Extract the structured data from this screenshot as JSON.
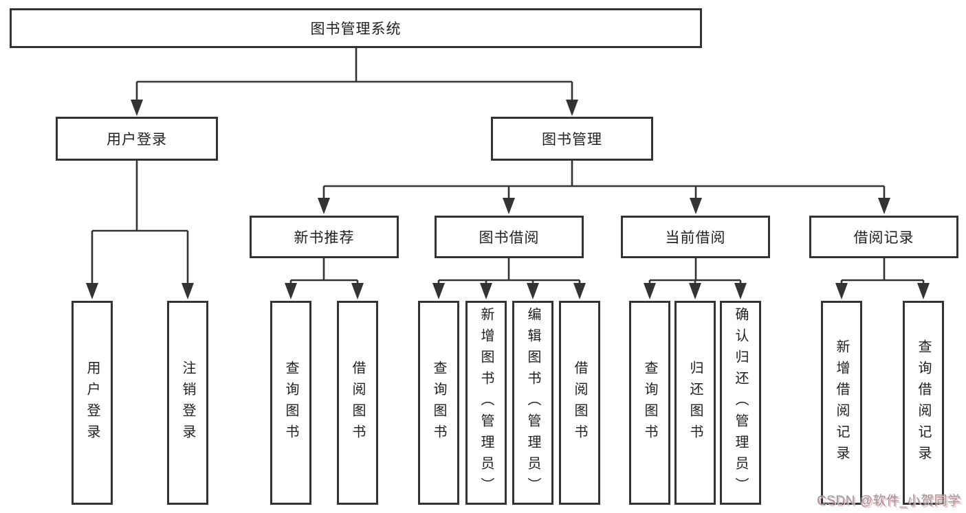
{
  "diagram": {
    "title": "图书管理系统",
    "root": {
      "label": "图书管理系统"
    },
    "level2": [
      {
        "label": "用户登录"
      },
      {
        "label": "图书管理"
      }
    ],
    "level3": [
      {
        "label": "新书推荐"
      },
      {
        "label": "图书借阅"
      },
      {
        "label": "当前借阅"
      },
      {
        "label": "借阅记录"
      }
    ],
    "leaves": [
      {
        "label": "用户登录"
      },
      {
        "label": "注销登录"
      },
      {
        "label": "查询图书"
      },
      {
        "label": "借阅图书"
      },
      {
        "label": "查询图书"
      },
      {
        "label": "新增图书（管理员）"
      },
      {
        "label": "编辑图书（管理员）"
      },
      {
        "label": "借阅图书"
      },
      {
        "label": "查询图书"
      },
      {
        "label": "归还图书"
      },
      {
        "label": "确认归还（管理员）"
      },
      {
        "label": "新增借阅记录"
      },
      {
        "label": "查询借阅记录"
      }
    ],
    "watermark": "CSDN @软件_小贺同学",
    "colors": {
      "line": "#333333",
      "text": "#1f1f1f",
      "box_background": "#ffffff",
      "watermark_text": "#97979c",
      "watermark_shadow": "#f1b6b8"
    }
  }
}
